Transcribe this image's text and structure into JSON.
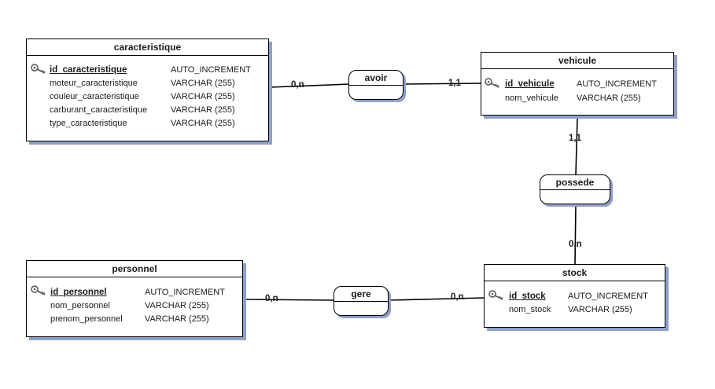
{
  "entities": {
    "caracteristique": {
      "title": "caracteristique",
      "attributes": [
        {
          "name": "id_caracteristique",
          "type": "AUTO_INCREMENT",
          "key": true
        },
        {
          "name": "moteur_caracteristique",
          "type": "VARCHAR (255)",
          "key": false
        },
        {
          "name": "couleur_caracteristique",
          "type": "VARCHAR (255)",
          "key": false
        },
        {
          "name": "carburant_caracteristique",
          "type": "VARCHAR (255)",
          "key": false
        },
        {
          "name": "type_caracteristique",
          "type": "VARCHAR (255)",
          "key": false
        }
      ]
    },
    "vehicule": {
      "title": "vehicule",
      "attributes": [
        {
          "name": "id_vehicule",
          "type": "AUTO_INCREMENT",
          "key": true
        },
        {
          "name": "nom_vehicule",
          "type": "VARCHAR (255)",
          "key": false
        }
      ]
    },
    "personnel": {
      "title": "personnel",
      "attributes": [
        {
          "name": "id_personnel",
          "type": "AUTO_INCREMENT",
          "key": true
        },
        {
          "name": "nom_personnel",
          "type": "VARCHAR (255)",
          "key": false
        },
        {
          "name": "prenom_personnel",
          "type": "VARCHAR (255)",
          "key": false
        }
      ]
    },
    "stock": {
      "title": "stock",
      "attributes": [
        {
          "name": "id_stock",
          "type": "AUTO_INCREMENT",
          "key": true
        },
        {
          "name": "nom_stock",
          "type": "VARCHAR (255)",
          "key": false
        }
      ]
    }
  },
  "associations": {
    "avoir": {
      "name": "avoir"
    },
    "possede": {
      "name": "possede"
    },
    "gere": {
      "name": "gere"
    }
  },
  "cardinalities": {
    "caracteristique_avoir": "0,n",
    "vehicule_avoir": "1,1",
    "vehicule_possede": "1,1",
    "stock_possede": "0,n",
    "personnel_gere": "0,n",
    "stock_gere": "0,n"
  },
  "colors": {
    "line": "#000000",
    "shadow": "#8f9fc8",
    "key_icon": "#555555"
  }
}
